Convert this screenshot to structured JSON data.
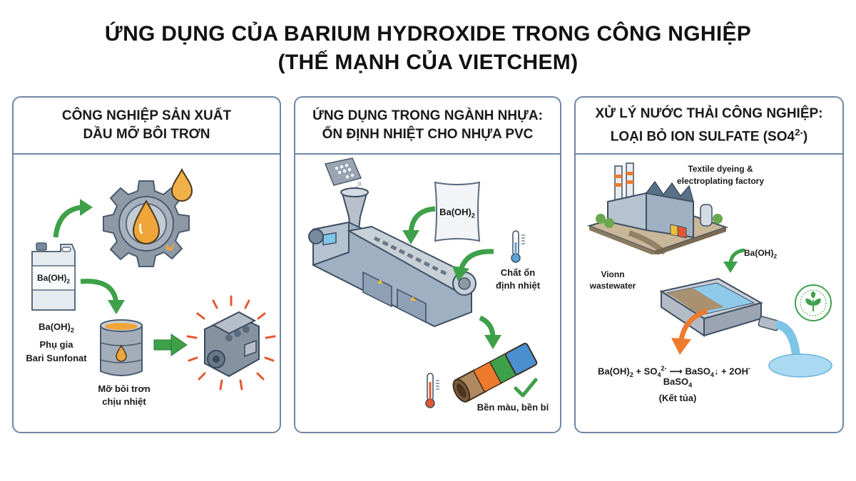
{
  "title": {
    "line1": "ỨNG DỤNG CỦA BARIUM HYDROXIDE TRONG CÔNG NGHIỆP",
    "line2": "(THẾ MẠNH CỦA VIETCHEM)"
  },
  "panels": [
    {
      "heading_line1": "CÔNG NGHIỆP SẢN XUẤT",
      "heading_line2": "DẦU MỠ BÔI TRƠN",
      "labels": {
        "jug": "Ba(OH)",
        "jug_sub": "2",
        "additive_formula": "Ba(OH)",
        "additive_formula_sub": "2",
        "additive_line1": "Phụ gia",
        "additive_line2": "Bari Sunfonat",
        "grease_line1": "Mỡ bôi trơn",
        "grease_line2": "chịu nhiệt"
      },
      "icons": [
        "green-arrow-icon",
        "gear-with-oil-drops-icon",
        "chemical-jug-icon",
        "grease-barrel-icon",
        "hot-engine-icon"
      ]
    },
    {
      "heading_line1": "ỨNG DỤNG TRONG NGÀNH NHỰA:",
      "heading_line2": "ỔN ĐỊNH NHIỆT CHO NHỰA PVC",
      "labels": {
        "bag": "Ba(OH)",
        "bag_sub": "2",
        "stabilizer_line1": "Chất ổn",
        "stabilizer_line2": "định nhiệt",
        "result": "Bền màu, bền bỉ"
      },
      "icons": [
        "extruder-machine-icon",
        "pellet-hopper-icon",
        "chemical-bag-icon",
        "cold-thermometer-icon",
        "hot-thermometer-icon",
        "pvc-pipe-icon",
        "checkmark-icon"
      ]
    },
    {
      "heading_line1": "XỬ LÝ NƯỚC THẢI CÔNG NGHIỆP:",
      "heading_line2": "LOẠI BỎ ION SULFATE (SO4",
      "heading_sup": "2-",
      "heading_close": ")",
      "labels": {
        "factory_line1": "Textile dyeing &",
        "factory_line2": "electroplating factory",
        "reagent": "Ba(OH)",
        "reagent_sub": "2",
        "wastewater_line1": "Vionn",
        "wastewater_line2": "wastewater",
        "eq_left": "Ba(OH)",
        "eq_left_sub": "2",
        "eq_plus1": " + SO",
        "eq_so4_sub": "4",
        "eq_so4_sup": "2-",
        "eq_arrow": " ⟶ ",
        "eq_right": "BaSO",
        "eq_right_sub": "4",
        "eq_right_tail": "↓ + 2OH",
        "eq_oh_sup": "-",
        "precip_line1": "BaSO",
        "precip_sub": "4",
        "precip_line2": "(Kết tủa)"
      },
      "icons": [
        "factory-icon",
        "treatment-tank-icon",
        "discharge-pipe-icon",
        "eco-leaf-badge-icon",
        "orange-arrow-icon"
      ]
    }
  ],
  "colors": {
    "panel_border": "#6f87a3",
    "arrow_green": "#3fa04a",
    "oil_orange": "#f0a53a",
    "steel_gray": "#8e99a6",
    "water_blue": "#7ec4e6",
    "heat_red": "#e4572e",
    "arrow_orange": "#ee7a2d"
  }
}
